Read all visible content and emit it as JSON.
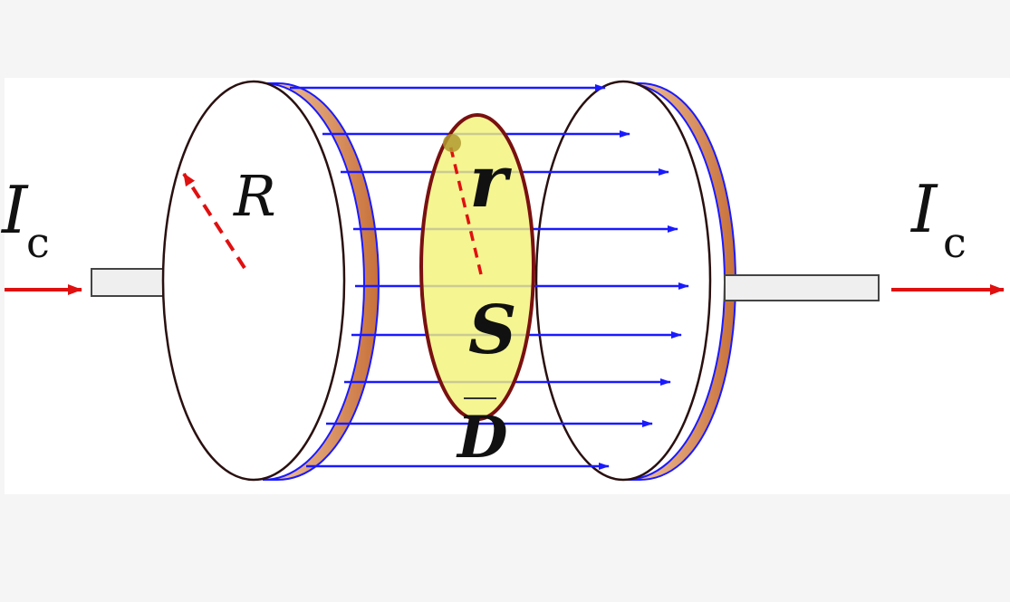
{
  "labels": {
    "current_left": "I",
    "current_left_sub": "c",
    "current_right": "I",
    "current_right_sub": "c",
    "radius_plate": "R",
    "radius_loop": "r",
    "surface": "S",
    "displacement": "D"
  },
  "colors": {
    "field_lines": "#1a1aff",
    "current_arrow": "#e01010",
    "radius_line": "#e01010",
    "surface_fill": "#f3f37a",
    "surface_edge": "#7a1010",
    "plate_rim": "#c8703a",
    "plate_face": "#ffffff",
    "wire_fill": "#efefef",
    "wire_edge": "#444444",
    "panel_bg": "#ffffff",
    "page_bg": "#f5f5f5"
  }
}
